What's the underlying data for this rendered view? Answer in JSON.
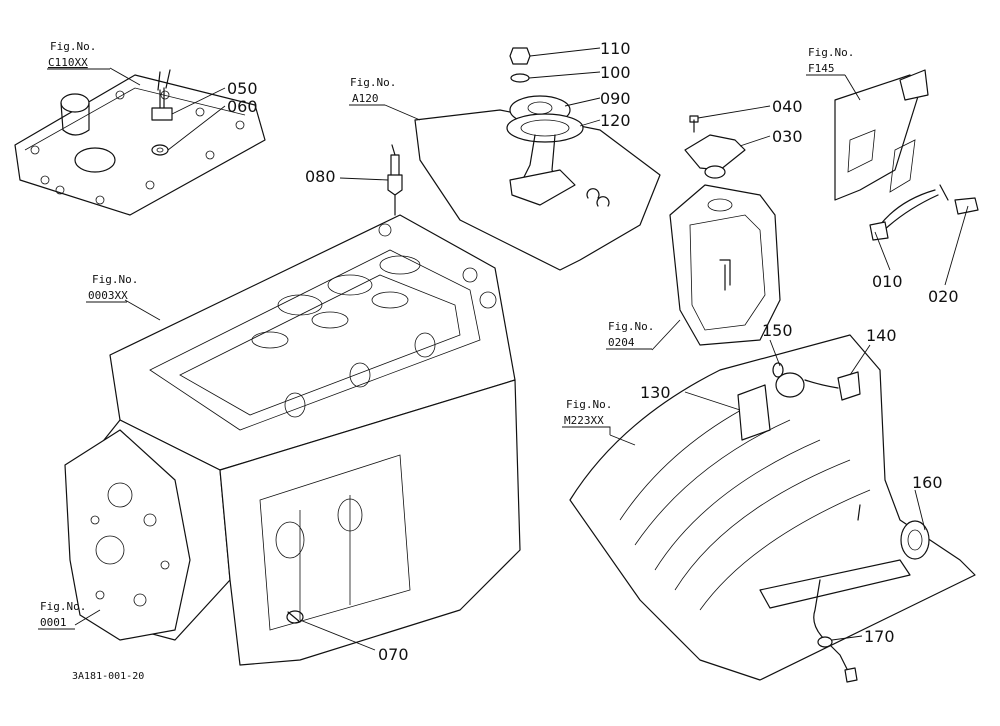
{
  "drawing_code": "3A181-001-20",
  "fig_refs": [
    {
      "id": "c110",
      "label": "Fig.No.",
      "ref": "C110XX"
    },
    {
      "id": "a120",
      "label": "Fig.No.",
      "ref": "A120"
    },
    {
      "id": "f145",
      "label": "Fig.No.",
      "ref": "F145"
    },
    {
      "id": "0003",
      "label": "Fig.No.",
      "ref": "0003XX"
    },
    {
      "id": "0204",
      "label": "Fig.No.",
      "ref": "0204"
    },
    {
      "id": "m223",
      "label": "Fig.No.",
      "ref": "M223XX"
    },
    {
      "id": "0001",
      "label": "Fig.No.",
      "ref": "0001"
    }
  ],
  "parts": [
    {
      "id": "p110",
      "number": "110"
    },
    {
      "id": "p100",
      "number": "100"
    },
    {
      "id": "p090",
      "number": "090"
    },
    {
      "id": "p120",
      "number": "120"
    },
    {
      "id": "p040",
      "number": "040"
    },
    {
      "id": "p030",
      "number": "030"
    },
    {
      "id": "p050",
      "number": "050"
    },
    {
      "id": "p060",
      "number": "060"
    },
    {
      "id": "p080",
      "number": "080"
    },
    {
      "id": "p010",
      "number": "010"
    },
    {
      "id": "p020",
      "number": "020"
    },
    {
      "id": "p150",
      "number": "150"
    },
    {
      "id": "p140",
      "number": "140"
    },
    {
      "id": "p130",
      "number": "130"
    },
    {
      "id": "p160",
      "number": "160"
    },
    {
      "id": "p170",
      "number": "170"
    },
    {
      "id": "p070",
      "number": "070"
    }
  ]
}
